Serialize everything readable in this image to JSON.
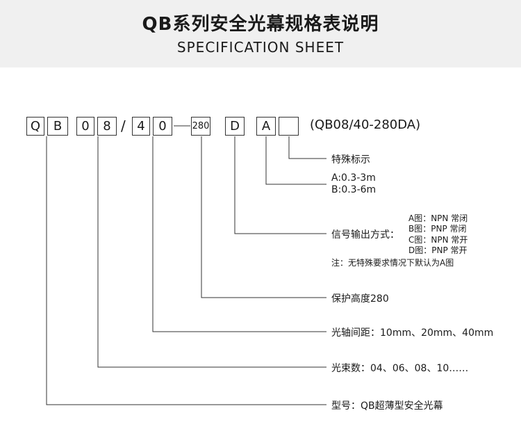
{
  "header": {
    "title": "QB系列安全光幕规格表说明",
    "subtitle": "SPECIFICATION SHEET"
  },
  "code_boxes": [
    "Q",
    "B",
    "0",
    "8",
    "4",
    "0",
    "280",
    "D",
    "A",
    ""
  ],
  "separators": {
    "slash": "/",
    "dash": "—"
  },
  "example": "(QB08/40-280DA)",
  "labels": {
    "special": "特殊标示",
    "range_a": "A:0.3-3m",
    "range_b": "B:0.3-6m",
    "output_title": "信号输出方式：",
    "output_options": [
      "A图：NPN 常闭",
      "B图：PNP 常闭",
      "C图：NPN 常开",
      "D图：PNP 常开"
    ],
    "output_note": "注：无特殊要求情况下默认为A图",
    "height": "保护高度280",
    "spacing": "光轴间距：10mm、20mm、40mm",
    "beams": "光束数：04、06、08、10……",
    "model": "型号：QB超薄型安全光幕"
  }
}
